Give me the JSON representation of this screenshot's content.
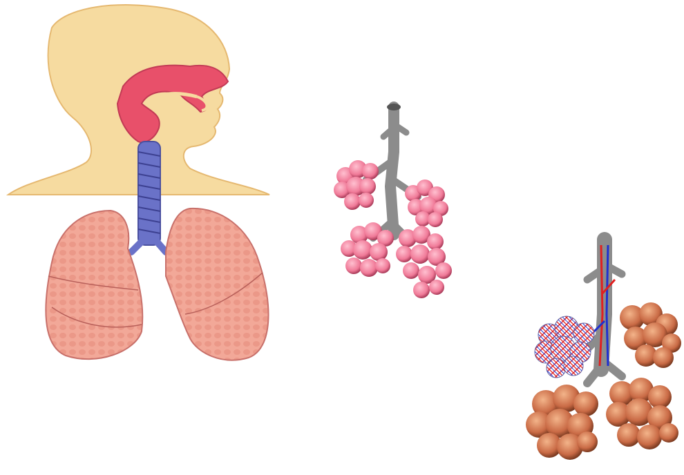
{
  "colors": {
    "skin": "#f6dba0",
    "skin_outline": "#e5b870",
    "airway": "#e8506a",
    "trachea": "#6a72c8",
    "lung": "#f0a090",
    "lung_dark": "#d9786a",
    "bronchus_gray": "#8c8c8c",
    "alveoli_pink": "#f07a98",
    "alveoli_brown": "#c96a45",
    "capillary_red": "#e02020",
    "capillary_blue": "#2030d0"
  },
  "figures": [
    {
      "icon": "respiratory-system-illustration"
    },
    {
      "icon": "bronchiole-alveoli-cluster-illustration"
    },
    {
      "icon": "alveoli-with-capillaries-illustration"
    }
  ]
}
